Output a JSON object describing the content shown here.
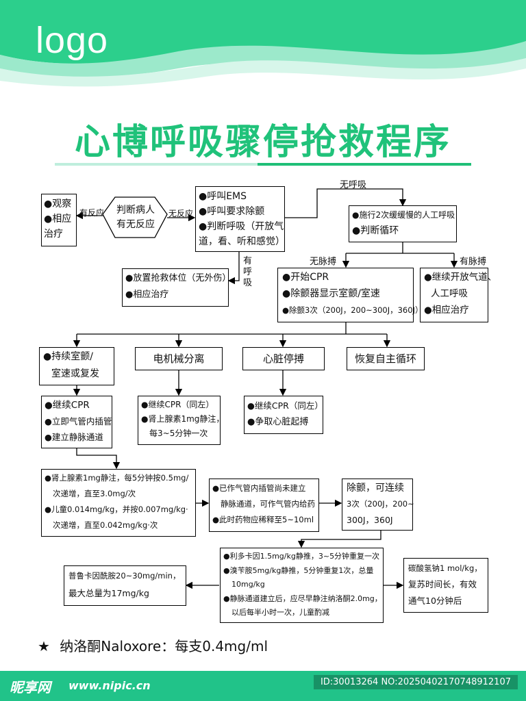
{
  "header": {
    "logo": "logo",
    "title": "心博呼吸骤停抢救程序"
  },
  "nodes": {
    "observe": [
      "●观察",
      "●相应",
      "治疗"
    ],
    "judge": [
      "判断病人",
      "有无反应"
    ],
    "ems": [
      "●呼叫EMS",
      "●呼叫要求除颤",
      "●判断呼吸（开放气",
      "道，看、听和感觉）"
    ],
    "rescue_pos": [
      "●放置抢救体位（无外伤）",
      "●相应治疗"
    ],
    "breath": [
      "●施行2次缓缓慢的人工呼吸",
      "●判断循环"
    ],
    "cpr_start": [
      "●开始CPR",
      "●除颤器显示室颤/室速",
      "●除颤3次（200J，200~300J，360J）"
    ],
    "pulse_yes": [
      "●继续开放气道、",
      "人工呼吸",
      "●相应治疗"
    ],
    "vf": [
      "●持续室颤/",
      "室速或复发"
    ],
    "emd": [
      "电机械分离"
    ],
    "arrest": [
      "心脏停搏"
    ],
    "rosc": [
      "恢复自主循环"
    ],
    "cont1": [
      "●继续CPR",
      "●立即气管内插管",
      "●建立静脉通道"
    ],
    "cont2": [
      "●继续CPR（同左）",
      "●肾上腺素1mg静注，",
      "每3~5分钟一次"
    ],
    "cont3": [
      "●继续CPR（同左）",
      "●争取心脏起搏"
    ],
    "epi": [
      "●肾上腺素1mg静注，每5分钟按0.5mg/",
      "次递增，直至3.0mg/次",
      "●儿童0.014mg/kg，并按0.007mg/kg·",
      "次递增，直至0.042mg/kg·次"
    ],
    "tube": [
      "●已作气管内插管尚未建立",
      "静脉通道，可作气管内给药",
      "●此时药物应稀释至5~10ml"
    ],
    "defib": [
      "除颤，可连续",
      "3次（200J，200~",
      "300J，360J"
    ],
    "drugs": [
      "●利多卡因1.5mg/kg静推，3~5分钟重复一次",
      "●溴苄胺5mg/kg静推，5分钟重复1次，总量",
      "10mg/kg",
      "●静脉通道建立后，应尽早静注纳洛酮2.0mg，",
      "以后每半小时一次，儿童酌减"
    ],
    "procain": [
      "普鲁卡因酰胺20~30mg/min，",
      "最大总量为17mg/kg"
    ],
    "bicarb": [
      "碳酸氢钠1 mol/kg，",
      "复苏时间长，有效",
      "通气10分钟后"
    ]
  },
  "labels": {
    "has_resp": "有反应",
    "no_resp": "无反应",
    "no_breath": "无呼吸",
    "has_breath": [
      "有",
      "呼",
      "吸"
    ],
    "no_pulse": "无脉搏",
    "has_pulse": "有脉搏"
  },
  "note": {
    "star": "★",
    "text": "纳洛酮Naloxore：每支0.4mg/ml"
  },
  "footer": {
    "brand": "昵享网",
    "site": "www.nipic.cn",
    "id": "ID:30013264 NO:20250402170748912107"
  },
  "colors": {
    "title": "#20c27a",
    "header_green": "#21c389",
    "footer": "#21c389"
  }
}
